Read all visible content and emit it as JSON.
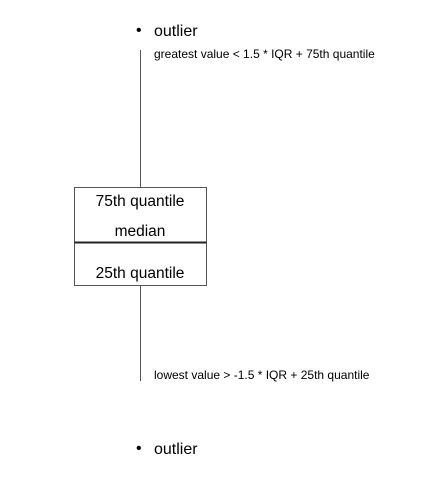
{
  "diagram": {
    "top_outlier": {
      "marker": "•",
      "label": "outlier"
    },
    "upper_whisker_label": "greatest value < 1.5 * IQR + 75th quantile",
    "box": {
      "q3_label": "75th quantile",
      "median_label": "median",
      "q1_label": "25th quantile"
    },
    "lower_whisker_label": "lowest value > -1.5 * IQR + 25th quantile",
    "bottom_outlier": {
      "marker": "•",
      "label": "outlier"
    }
  },
  "colors": {
    "line": "#555555",
    "box_border": "#555555",
    "median_line": "#222222",
    "text": "#000000",
    "background": "#ffffff"
  }
}
